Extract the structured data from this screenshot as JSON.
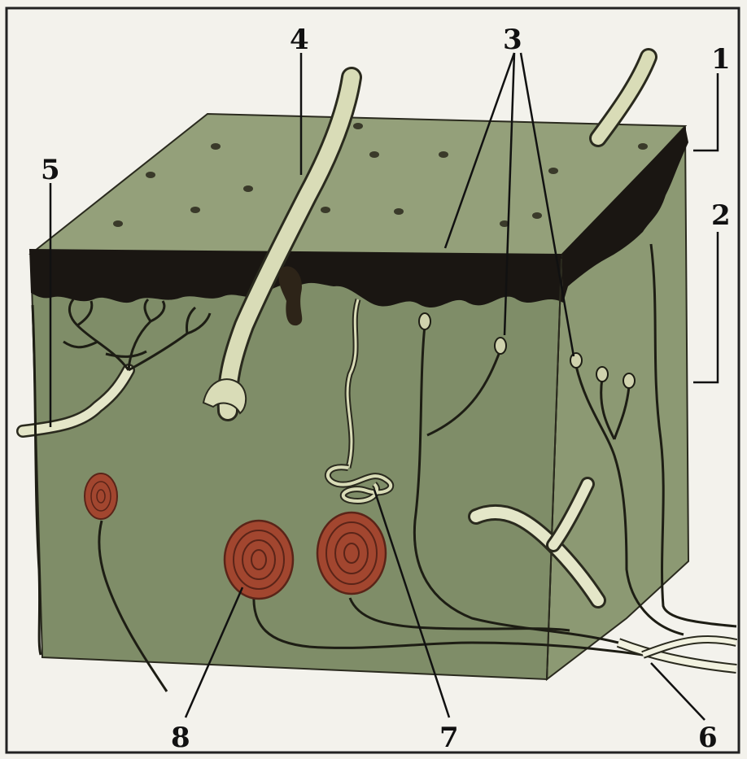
{
  "diagram": {
    "labels": {
      "l1": "1",
      "l2": "2",
      "l3": "3",
      "l4": "4",
      "l5": "5",
      "l6": "6",
      "l7": "7",
      "l8": "8"
    },
    "colors": {
      "background": "#f3f2ec",
      "tissue_front": "#7f8d68",
      "tissue_top": "#94a07a",
      "tissue_side": "#8c9973",
      "epidermis": "#1a1612",
      "hair": "#d9dcb7",
      "vessel": "#e4e6c8",
      "corpuscle": "#a2462f",
      "nerve": "#1d1d14"
    }
  }
}
